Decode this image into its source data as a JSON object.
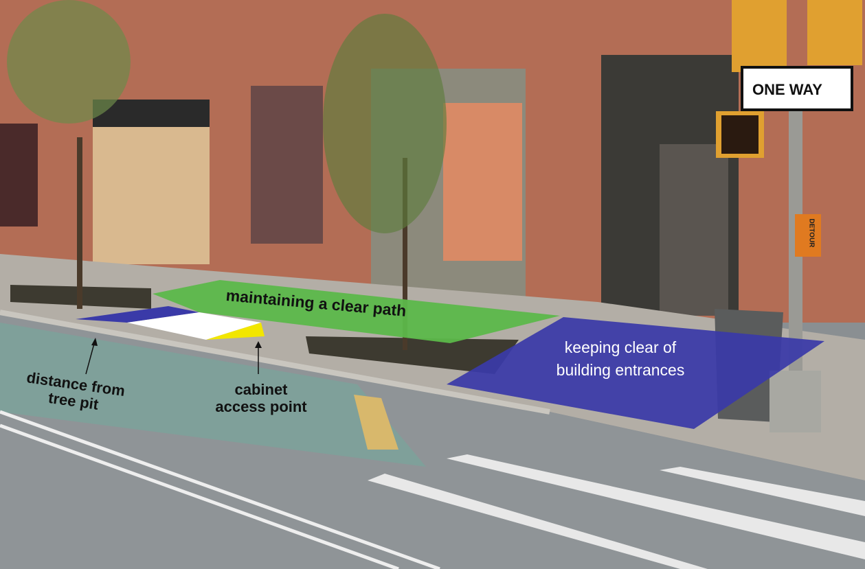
{
  "annotations": {
    "clear_path": "maintaining a clear path",
    "building_entrances_line1": "keeping clear of",
    "building_entrances_line2": "building entrances",
    "tree_pit_line1": "distance from",
    "tree_pit_line2": "tree pit",
    "cabinet_line1": "cabinet",
    "cabinet_line2": "access point"
  },
  "signs": {
    "one_way": "ONE WAY",
    "detour": "DETOUR"
  },
  "colors": {
    "clear_path": "#5cb84a",
    "clearance_zone": "#3a3aa8",
    "cabinet": "#ffffff",
    "access_point": "#f2e600",
    "brick": "#b06a52"
  }
}
